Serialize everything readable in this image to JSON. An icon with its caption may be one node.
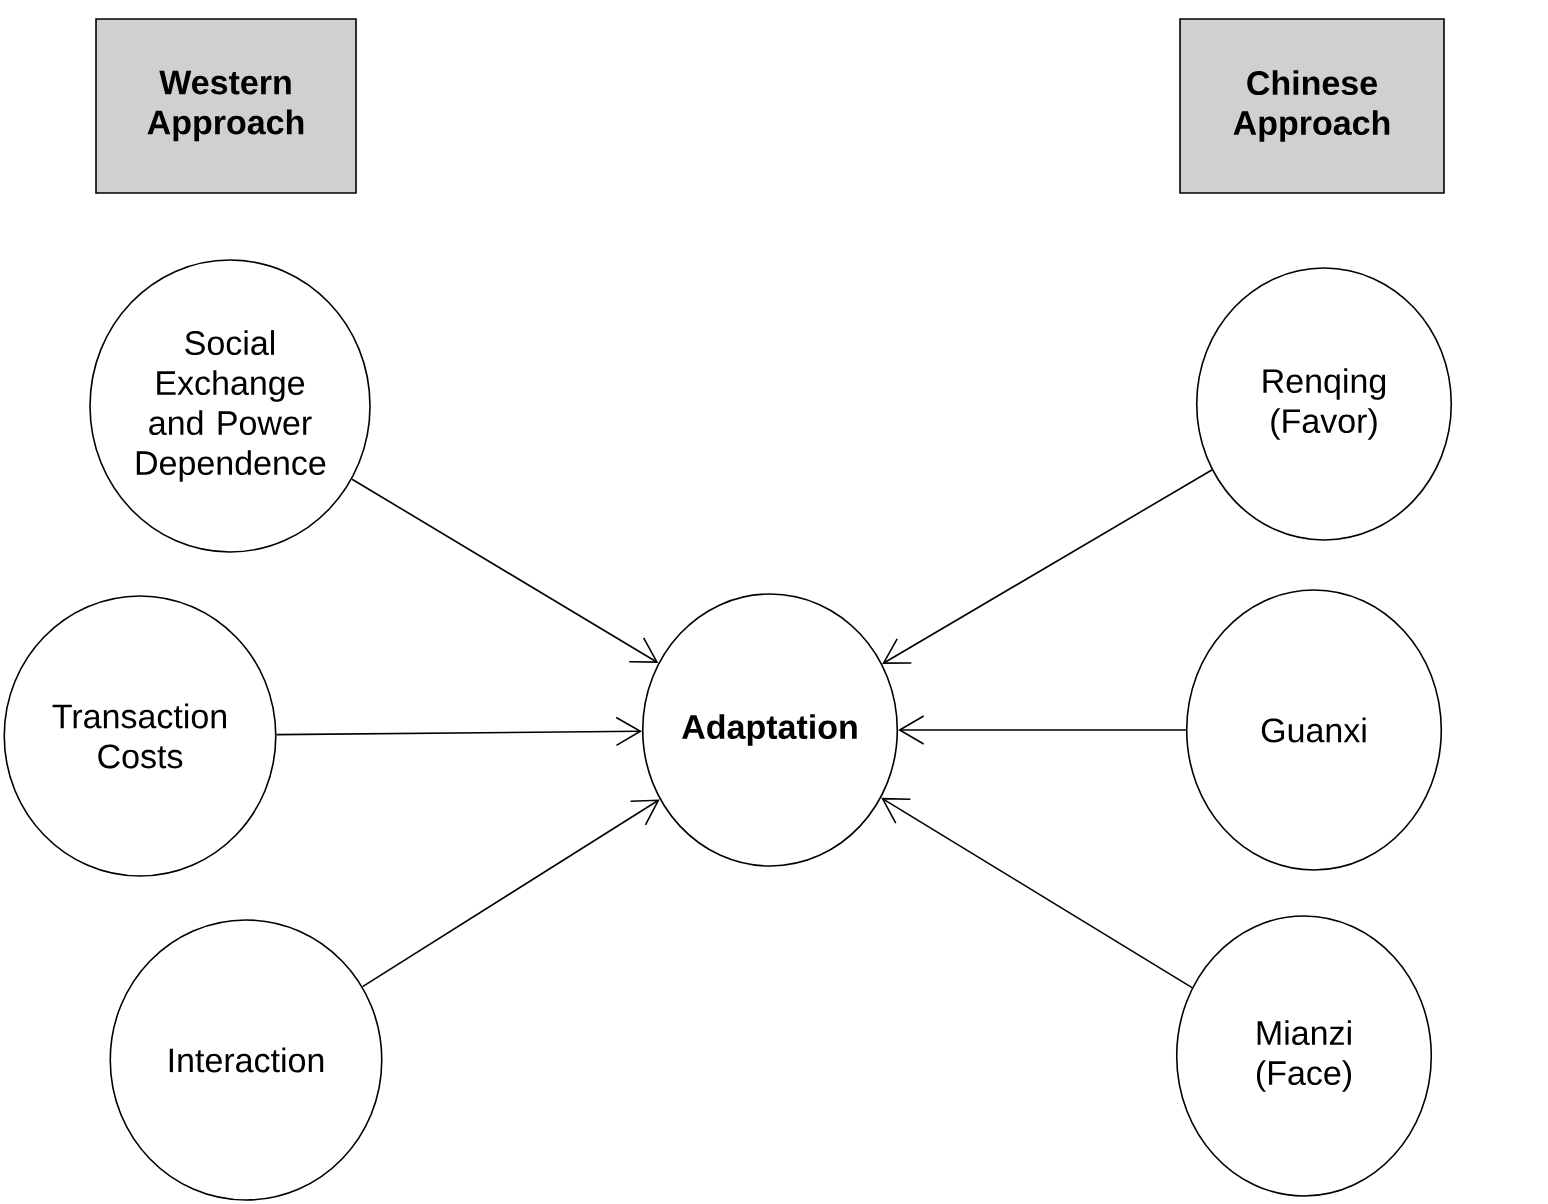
{
  "diagram": {
    "nodes": [
      {
        "text": [
          "Western Approach"
        ]
      },
      {
        "text": [
          "Chinese Approach"
        ]
      },
      {
        "text": [
          "Social Exchange and Power Dependence"
        ]
      },
      {
        "text": [
          "Renqing (Favor)"
        ]
      },
      {
        "text": [
          "Transaction Costs"
        ]
      },
      {
        "text": [
          "Adaptation"
        ]
      },
      {
        "text": [
          "Guanxi"
        ]
      },
      {
        "text": [
          "Interaction"
        ]
      },
      {
        "text": [
          "Mianzi (Face)"
        ]
      }
    ],
    "edges": [
      {
        "from": 2,
        "to": 5,
        "arrow": "to"
      },
      {
        "from": 4,
        "to": 5,
        "arrow": "to"
      },
      {
        "from": 7,
        "to": 5,
        "arrow": "to"
      },
      {
        "from": 3,
        "to": 5,
        "arrow": "to"
      },
      {
        "from": 6,
        "to": 5,
        "arrow": "to"
      },
      {
        "from": 8,
        "to": 5,
        "arrow": "to"
      }
    ]
  }
}
